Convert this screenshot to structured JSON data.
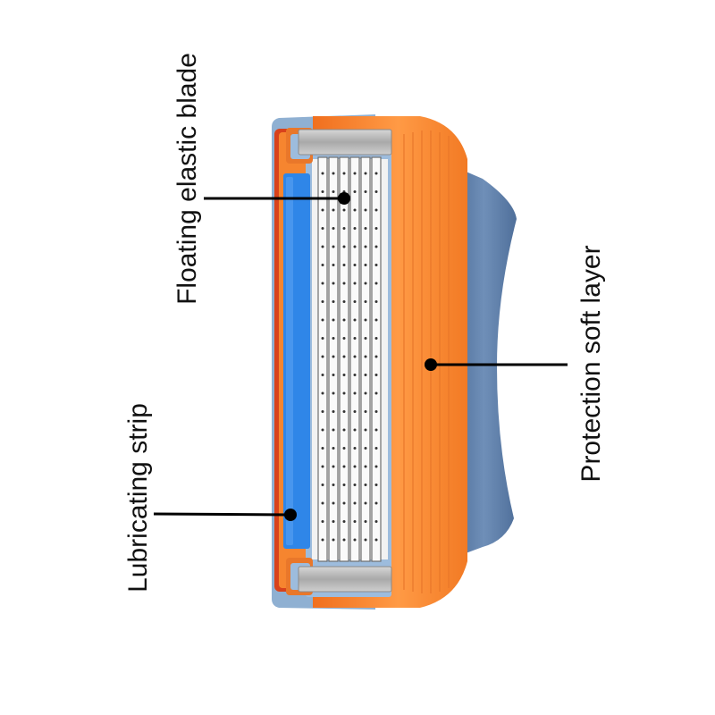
{
  "labels": {
    "blade": "Floating elastic blade",
    "strip": "Lubricating strip",
    "layer": "Protection soft layer"
  },
  "colors": {
    "housing_orange": "#F6852F",
    "housing_orange_light": "#FF9A45",
    "frame_blue_gray": "#8FB0D2",
    "back_slate": "#5F7FA8",
    "lubricating_strip": "#2F86E8",
    "lubricating_edge": "#D8421C",
    "blade_white": "#F7F7F7",
    "clip_gray": "#B9B9B9",
    "callout_line": "#000000"
  }
}
